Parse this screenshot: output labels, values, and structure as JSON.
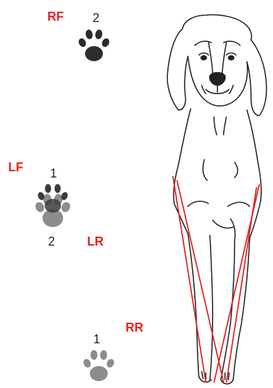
{
  "labels": {
    "rf": "RF",
    "lf": "LF",
    "lr": "LR",
    "rr": "RR"
  },
  "numbers": {
    "rf_num": "2",
    "lf_num": "1",
    "lr_num": "2",
    "rr_num": "1"
  },
  "colors": {
    "label_red": "#e8251f",
    "paw_dark": "#2d2d2d",
    "paw_mid": "#5a5a5a",
    "paw_light": "#8c8c8c",
    "line_red": "#e02020"
  },
  "icons": [
    "paw-print-icon",
    "dog-illustration"
  ]
}
